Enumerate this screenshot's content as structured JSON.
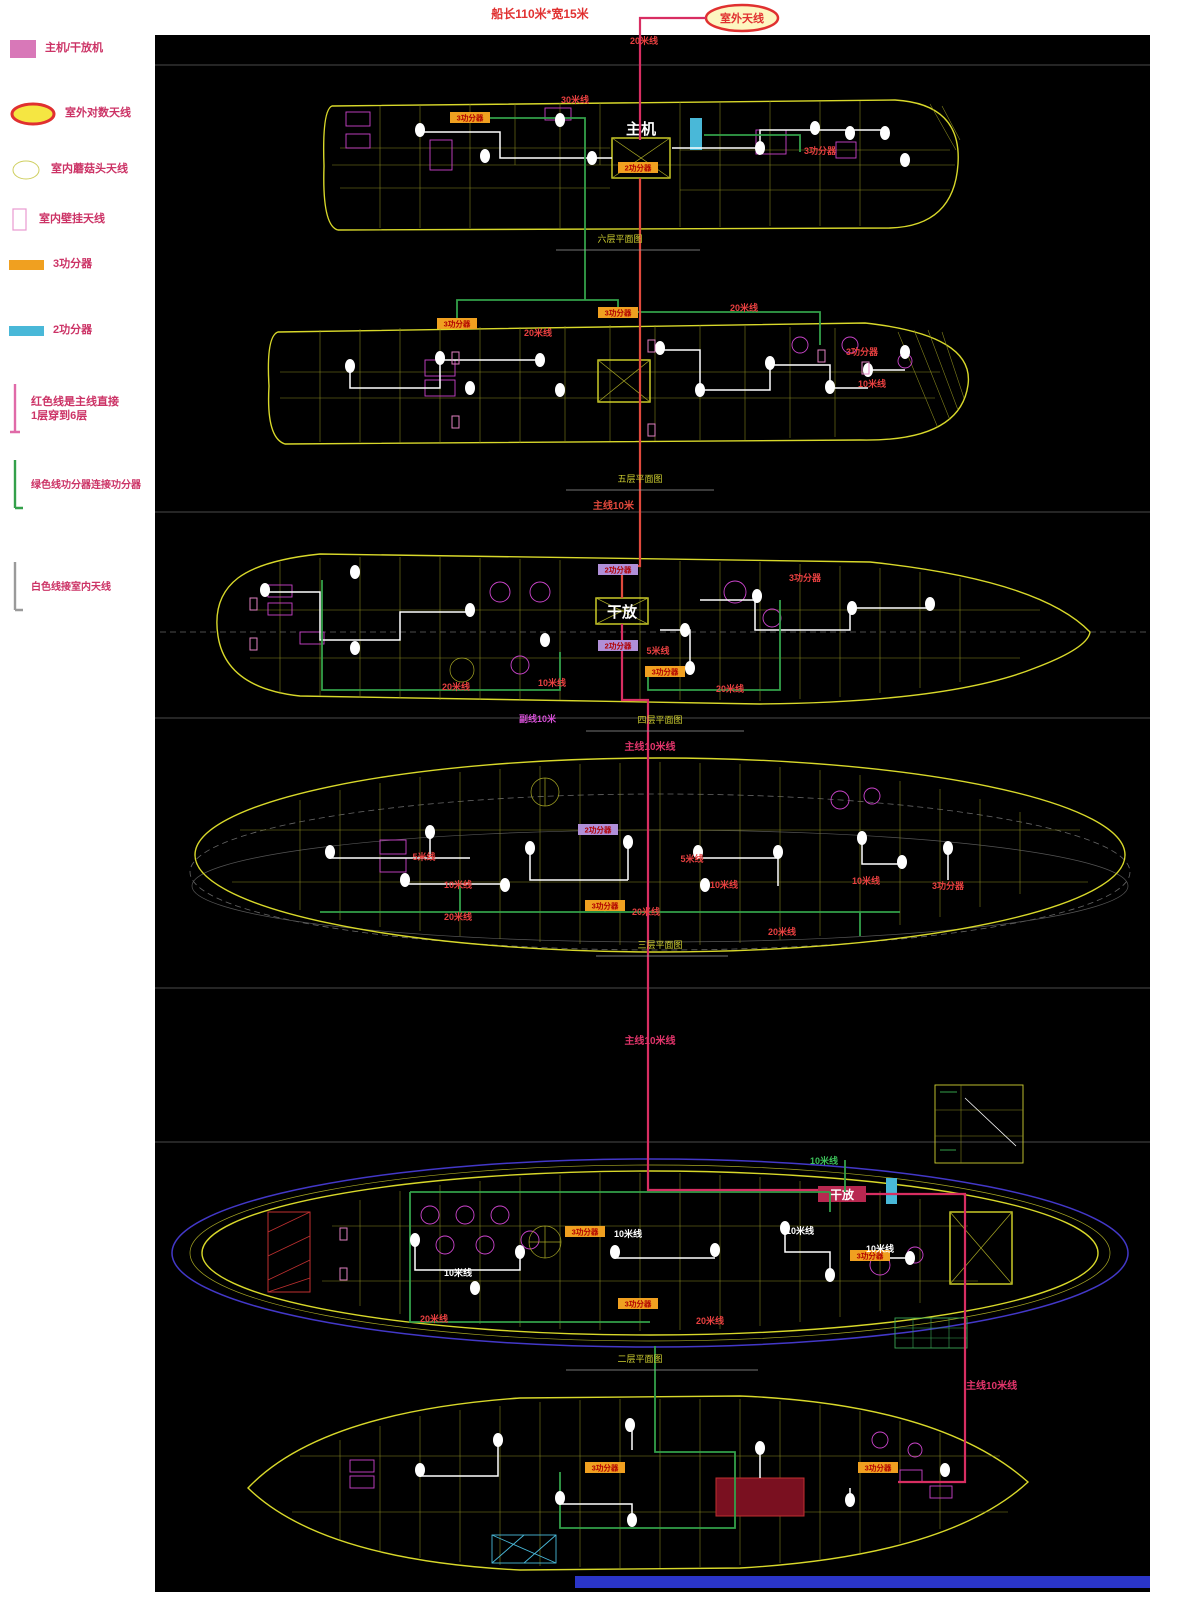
{
  "header": {
    "ship_size": "船长110米*宽15米",
    "outdoor_antenna": "室外天线",
    "line20": "20米线"
  },
  "legend": {
    "items": [
      {
        "label": "主机/干放机"
      },
      {
        "label": "室外对数天线"
      },
      {
        "label": "室内蘑菇头天线"
      },
      {
        "label": "室内壁挂天线"
      },
      {
        "label": "3功分器"
      },
      {
        "label": "2功分器"
      },
      {
        "label": "红色线是主线直接1层穿到6层"
      },
      {
        "label": "绿色线功分器连接功分器"
      },
      {
        "label": "白色线接室内天线"
      }
    ]
  },
  "devices": {
    "host": "主机",
    "repeater": "干放",
    "splitter3": "3功分器",
    "splitter2": "2功分器"
  },
  "lines": {
    "m5": "5米线",
    "m10": "10米线",
    "m20": "20米线",
    "m30": "30米线",
    "main10": "主线10米",
    "main10x": "主线10米线",
    "sub10": "副线10米"
  },
  "captions": {
    "deck1": "六层平面图",
    "deck2": "五层平面图",
    "deck3": "四层平面图",
    "deck4": "三层平面图",
    "deck5": "二层平面图"
  },
  "colors": {
    "hull": "#d8d82a",
    "main_line_red": "#e0493c",
    "main_line_crimson": "#d82e62",
    "green_line": "#33a04a",
    "splitter3": "#f0a020",
    "splitter2_blue": "#49b8d8",
    "legend_text": "#cc3366"
  }
}
